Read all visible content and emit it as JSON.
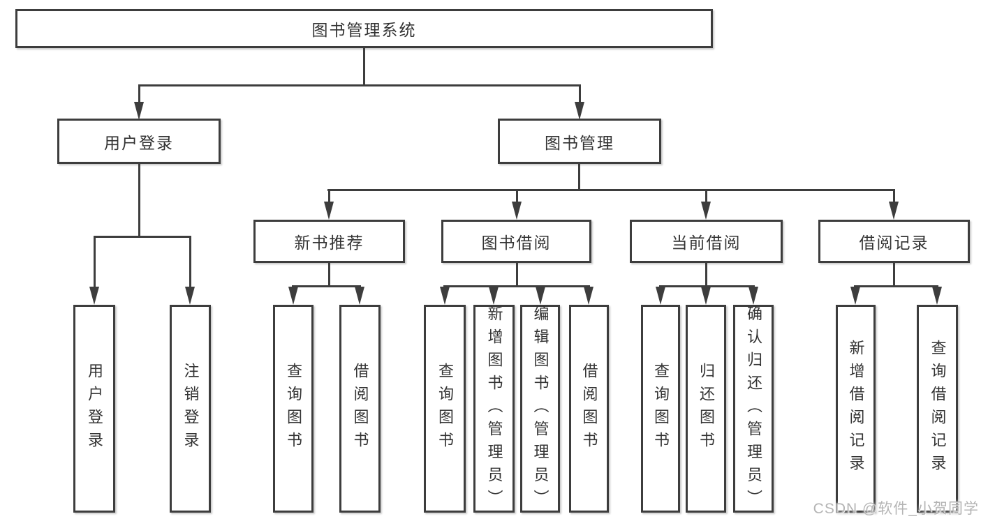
{
  "diagram": {
    "title": "图书管理系统",
    "watermark": "CSDN @软件_小贺同学",
    "colors": {
      "line": "#3d3d3d",
      "text": "#333333",
      "background": "#ffffff",
      "watermark": "#b4b4b4"
    },
    "tree": {
      "root": "图书管理系统",
      "children": [
        {
          "label": "用户登录",
          "children": [
            "用户登录",
            "注销登录"
          ]
        },
        {
          "label": "图书管理",
          "children": [
            {
              "label": "新书推荐",
              "children": [
                "查询图书",
                "借阅图书"
              ]
            },
            {
              "label": "图书借阅",
              "children": [
                "查询图书",
                "新增图书（管理员）",
                "编辑图书（管理员）",
                "借阅图书"
              ]
            },
            {
              "label": "当前借阅",
              "children": [
                "查询图书",
                "归还图书",
                "确认归还（管理员）"
              ]
            },
            {
              "label": "借阅记录",
              "children": [
                "新增借阅记录",
                "查询借阅记录"
              ]
            }
          ]
        }
      ]
    }
  }
}
